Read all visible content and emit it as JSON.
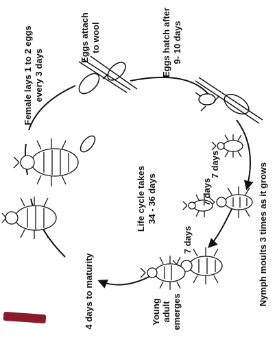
{
  "diagram": {
    "center_label": [
      "Life cycle takes",
      "34 - 36 days"
    ],
    "stages": [
      {
        "id": "female_lays",
        "lines": [
          "Female lays 1 to 2 eggs",
          "every 3 days"
        ]
      },
      {
        "id": "eggs_attach",
        "lines": [
          "Eggs attach",
          "to wool"
        ]
      },
      {
        "id": "eggs_hatch",
        "lines": [
          "Eggs hatch after",
          "9- 10 days"
        ]
      },
      {
        "id": "moult_1",
        "lines": [
          "7 days"
        ]
      },
      {
        "id": "moult_2",
        "lines": [
          "7 days"
        ]
      },
      {
        "id": "moult_3",
        "lines": [
          "7 days"
        ]
      },
      {
        "id": "nymph_moults",
        "lines": [
          "Nymph moults 3 times as it grows"
        ]
      },
      {
        "id": "young_adult",
        "lines": [
          "Young",
          "adult",
          "emerges"
        ]
      },
      {
        "id": "maturity",
        "lines": [
          "4 days to maturity"
        ]
      }
    ]
  },
  "colors": {
    "ink": "#111111",
    "mark": "#8b1a2a"
  }
}
